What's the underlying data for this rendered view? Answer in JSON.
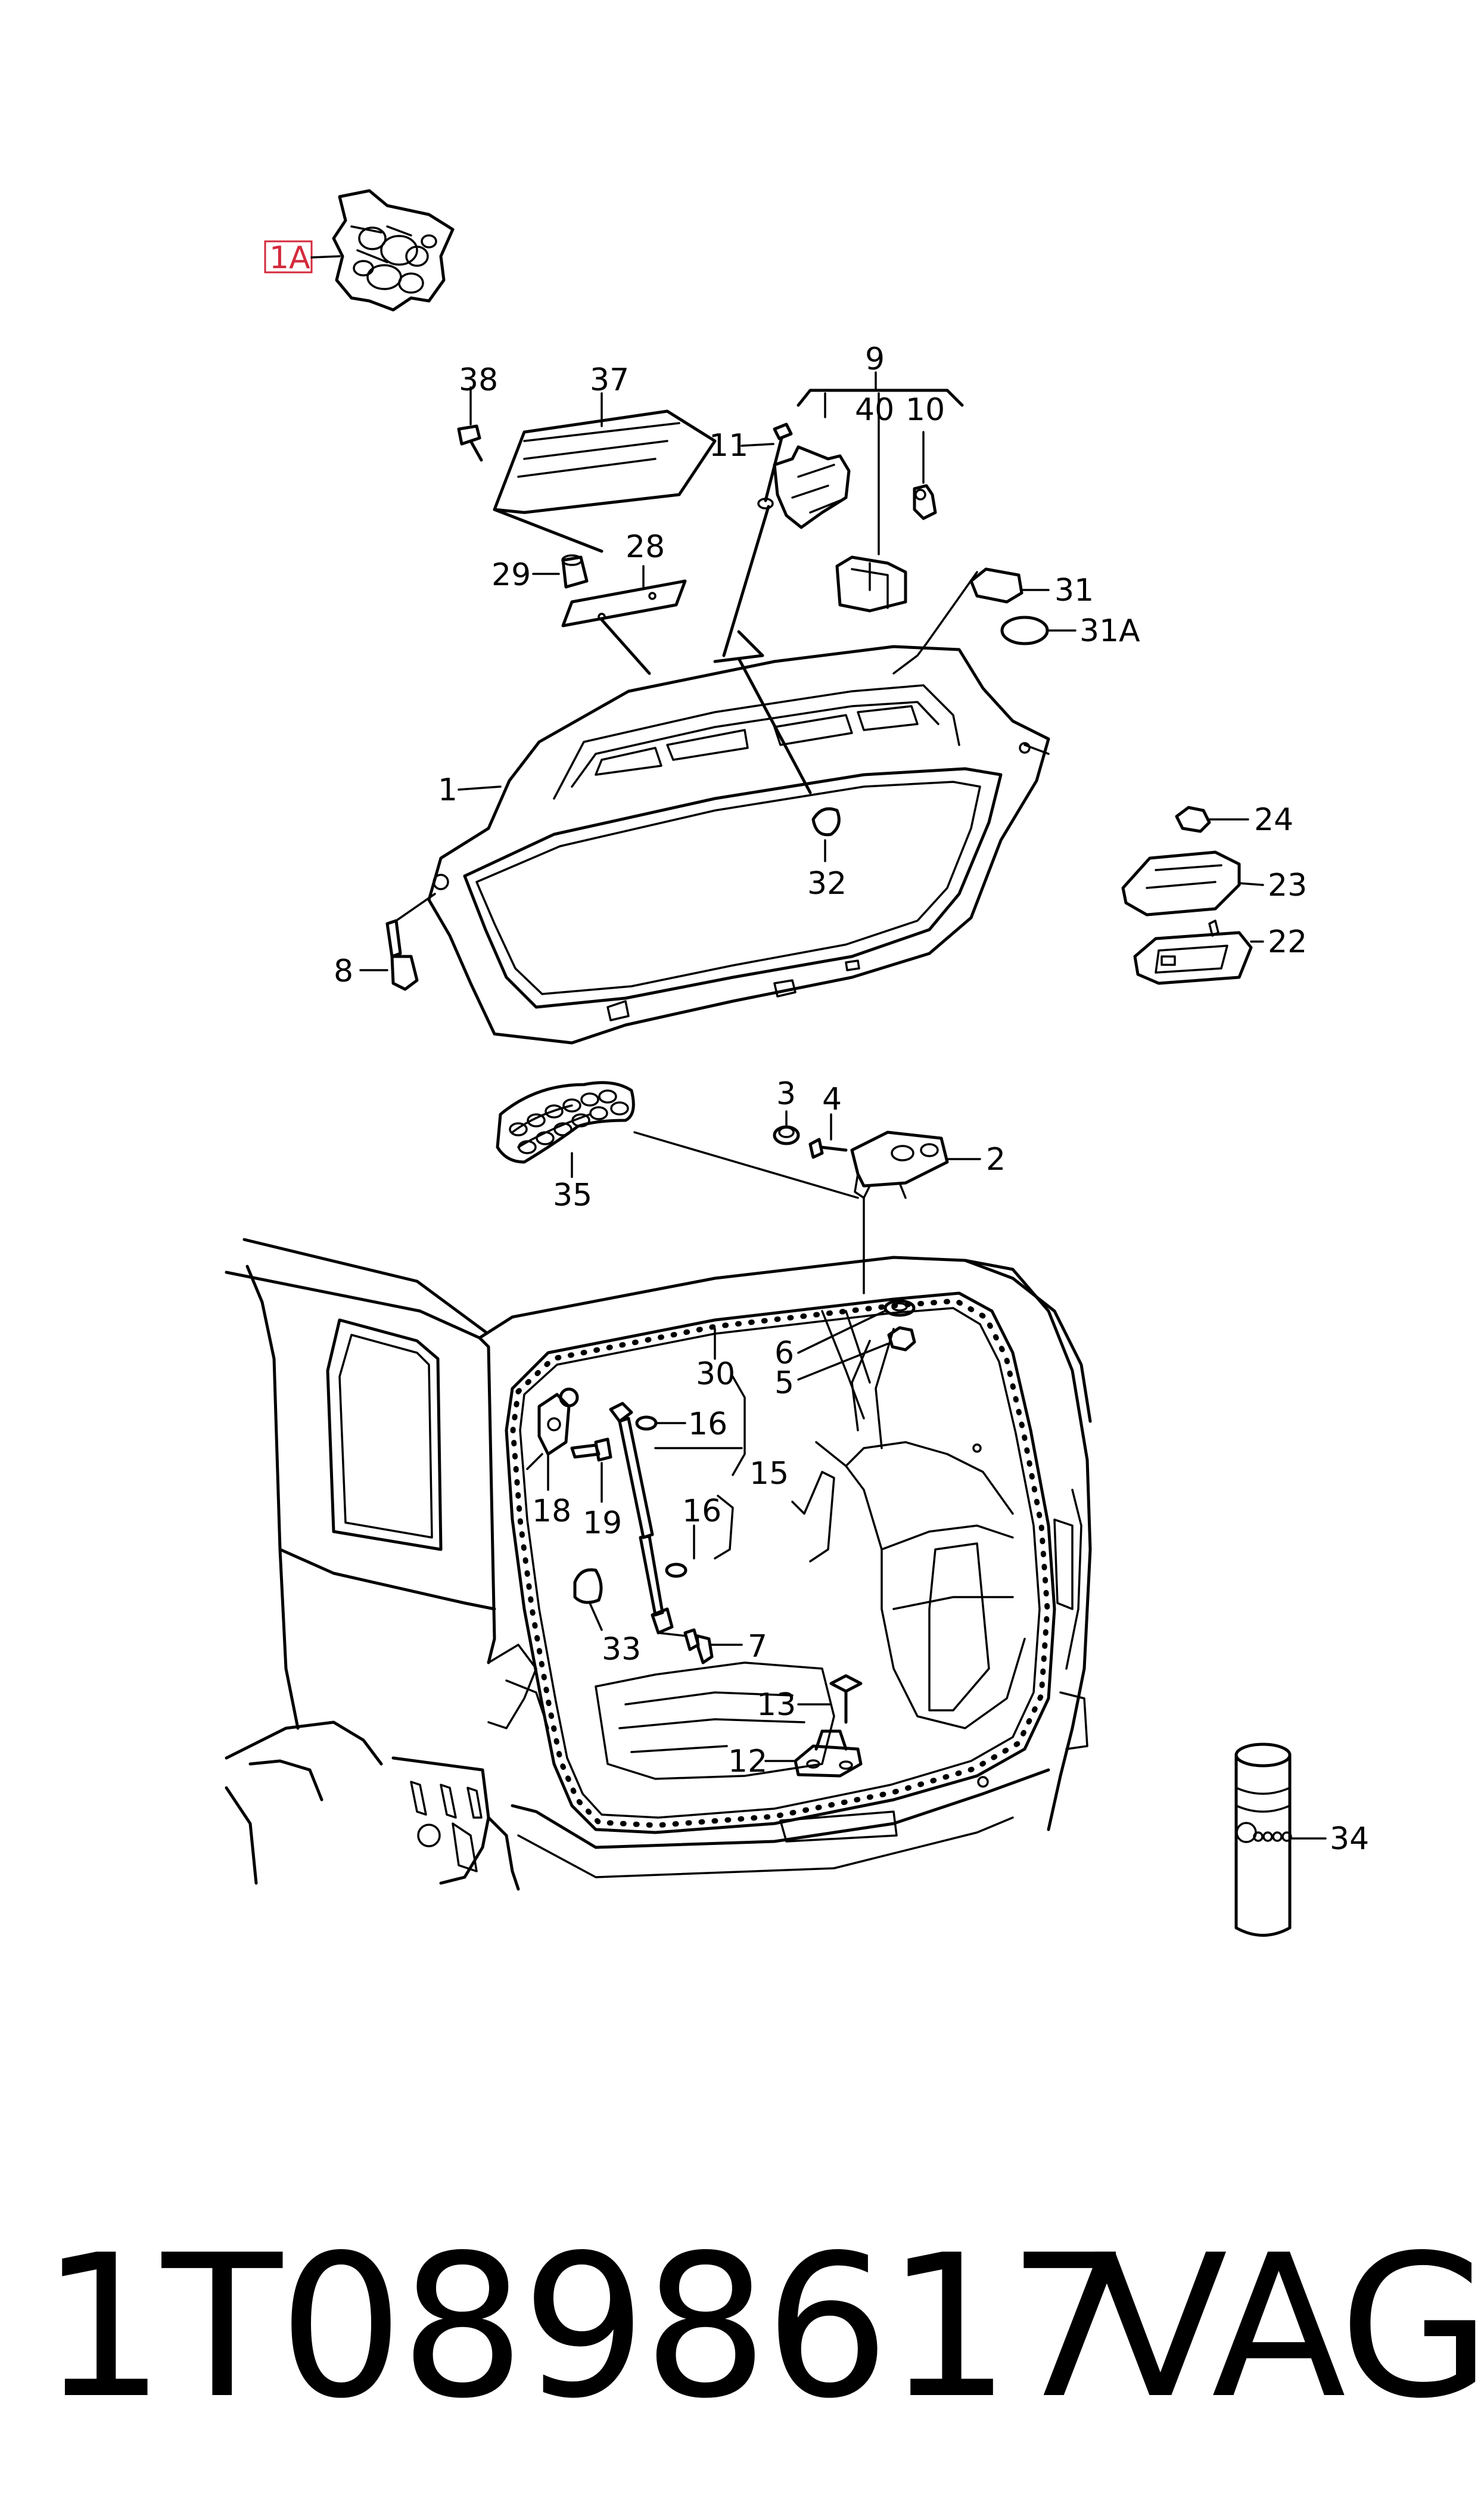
{
  "diagram": {
    "callouts": [
      {
        "id": "1A",
        "label": "1A"
      },
      {
        "id": "38",
        "label": "38"
      },
      {
        "id": "37",
        "label": "37"
      },
      {
        "id": "9",
        "label": "9"
      },
      {
        "id": "40",
        "label": "40"
      },
      {
        "id": "10",
        "label": "10"
      },
      {
        "id": "11",
        "label": "11"
      },
      {
        "id": "29",
        "label": "29"
      },
      {
        "id": "28",
        "label": "28"
      },
      {
        "id": "31",
        "label": "31"
      },
      {
        "id": "31A",
        "label": "31A"
      },
      {
        "id": "1",
        "label": "1"
      },
      {
        "id": "32",
        "label": "32"
      },
      {
        "id": "24",
        "label": "24"
      },
      {
        "id": "23",
        "label": "23"
      },
      {
        "id": "22",
        "label": "22"
      },
      {
        "id": "8",
        "label": "8"
      },
      {
        "id": "3",
        "label": "3"
      },
      {
        "id": "4",
        "label": "4"
      },
      {
        "id": "2",
        "label": "2"
      },
      {
        "id": "35",
        "label": "35"
      },
      {
        "id": "30",
        "label": "30"
      },
      {
        "id": "6",
        "label": "6"
      },
      {
        "id": "5",
        "label": "5"
      },
      {
        "id": "16a",
        "label": "16"
      },
      {
        "id": "15",
        "label": "15"
      },
      {
        "id": "16b",
        "label": "16"
      },
      {
        "id": "18",
        "label": "18"
      },
      {
        "id": "19",
        "label": "19"
      },
      {
        "id": "33",
        "label": "33"
      },
      {
        "id": "7",
        "label": "7"
      },
      {
        "id": "13",
        "label": "13"
      },
      {
        "id": "12",
        "label": "12"
      },
      {
        "id": "34",
        "label": "34"
      }
    ],
    "highlight_color": "#d42a3c",
    "line_color": "#000000"
  },
  "footer": {
    "part_number": "1T0898617",
    "brand": "VAG"
  }
}
